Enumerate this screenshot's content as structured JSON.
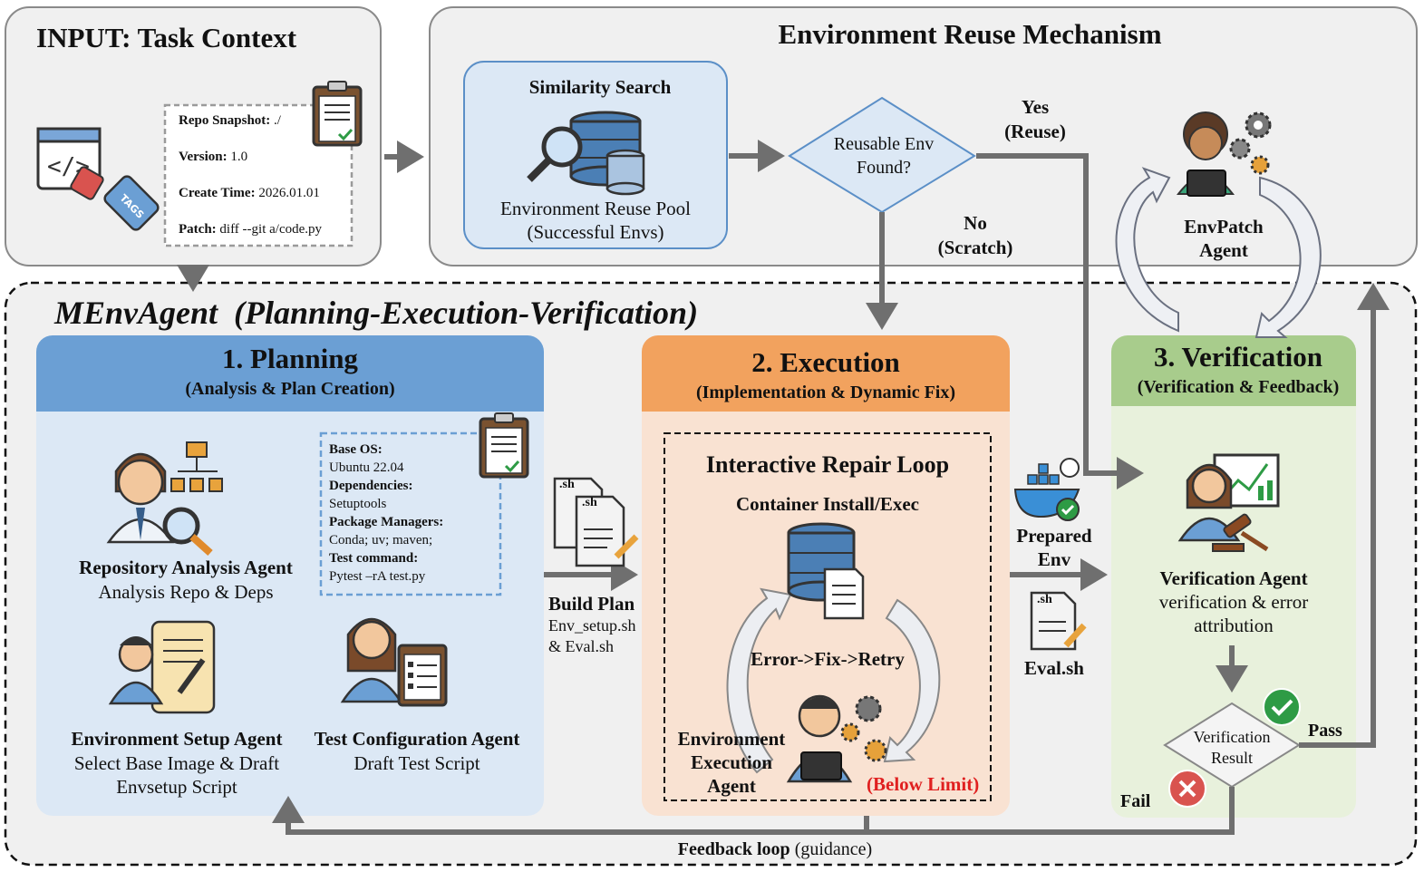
{
  "input": {
    "title": "INPUT: Task Context",
    "repo_key": "Repo Snapshot:",
    "repo_val": "./",
    "version_key": "Version:",
    "version_val": "1.0",
    "time_key": "Create Time:",
    "time_val": "2026.01.01",
    "patch_key": "Patch:",
    "patch_val": "diff --git a/code.py",
    "tag_text": "TAGS"
  },
  "reuse": {
    "title": "Environment Reuse Mechanism",
    "similarity_title": "Similarity Search",
    "pool_line1": "Environment Reuse Pool",
    "pool_line2": "(Successful Envs)",
    "decision_line1": "Reusable Env",
    "decision_line2": "Found?",
    "yes_line1": "Yes",
    "yes_line2": "(Reuse)",
    "no_line1": "No",
    "no_line2": "(Scratch)",
    "envpatch_line1": "EnvPatch",
    "envpatch_line2": "Agent"
  },
  "magent": {
    "title": "MEnvAgent  (Planning-Execution-Verification)"
  },
  "planning": {
    "title": "1. Planning",
    "subtitle": "(Analysis & Plan Creation)",
    "base_os_key": "Base OS:",
    "base_os_val": "Ubuntu 22.04",
    "deps_key": "Dependencies:",
    "deps_val": "Setuptools",
    "pm_key": "Package Managers:",
    "pm_val": "Conda; uv; maven;",
    "test_key": "Test command:",
    "test_val": "Pytest –rA test.py",
    "repo_agent_name": "Repository Analysis Agent",
    "repo_agent_desc": "Analysis Repo & Deps",
    "env_agent_name": "Environment Setup Agent",
    "env_agent_desc1": "Select Base Image & Draft",
    "env_agent_desc2": "Envsetup Script",
    "test_agent_name": "Test Configuration Agent",
    "test_agent_desc": "Draft Test Script"
  },
  "build_plan": {
    "title": "Build Plan",
    "line1": "Env_setup.sh",
    "line2": "& Eval.sh",
    "file_label": ".sh"
  },
  "execution": {
    "title": "2. Execution",
    "subtitle": "(Implementation & Dynamic Fix)",
    "loop_title": "Interactive Repair Loop",
    "container": "Container Install/Exec",
    "cycle": "Error->Fix->Retry",
    "agent_line1": "Environment",
    "agent_line2": "Execution",
    "agent_line3": "Agent",
    "limit": "(Below Limit)"
  },
  "prepared": {
    "line1": "Prepared",
    "line2": "Env",
    "eval": "Eval.sh",
    "file_label": ".sh"
  },
  "verification": {
    "title": "3. Verification",
    "subtitle": "(Verification & Feedback)",
    "agent_name": "Verification Agent",
    "agent_desc1": "verification & error",
    "agent_desc2": "attribution",
    "result_line1": "Verification",
    "result_line2": "Result",
    "pass": "Pass",
    "fail": "Fail"
  },
  "feedback": {
    "bold": "Feedback loop",
    "normal": " (guidance)"
  },
  "colors": {
    "planning_header": "#6b9fd4",
    "planning_body": "#dce8f5",
    "execution_header": "#f2a25e",
    "execution_body": "#f9e2d2",
    "verification_header": "#a8cc8c",
    "verification_body": "#e8f1dc",
    "panel_bg": "#f0f0f0",
    "arrow": "#6f6f6f",
    "limit_red": "#e02020"
  },
  "icons": [
    "code-window-icon",
    "tag-icon",
    "clipboard-icon",
    "search-database-icon",
    "database-icon",
    "person-icon",
    "gear-icon",
    "org-chart-icon",
    "magnifier-icon",
    "scroll-icon",
    "docker-icon",
    "check-icon",
    "cross-icon",
    "chart-board-icon",
    "gavel-icon",
    "laptop-icon",
    "pencil-icon",
    "file-sh-icon",
    "stopwatch-icon"
  ]
}
